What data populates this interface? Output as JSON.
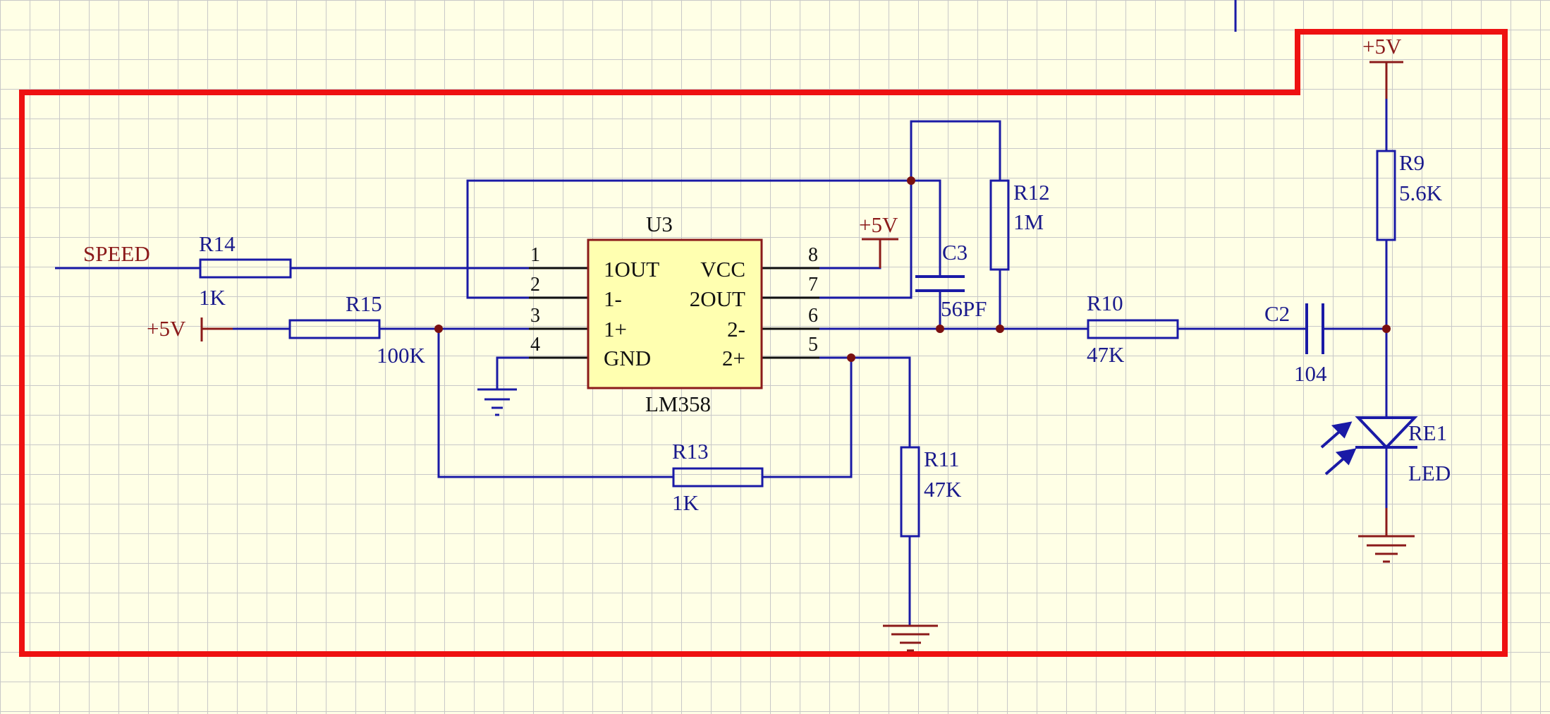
{
  "colors": {
    "background": "#ffffe6",
    "grid": "#c8c8c8",
    "wire": "#1a1aa6",
    "power": "#8b1a1a",
    "junction": "#7a1010",
    "board_outline": "#ee1111",
    "chip_fill": "#ffffb0"
  },
  "icons": [
    "ground-symbol-icon",
    "power-port-icon",
    "led-arrow-icon",
    "capacitor-icon",
    "resistor-icon"
  ],
  "net_labels": {
    "speed": "SPEED",
    "vcc_r15": "+5V",
    "vcc_u3": "+5V",
    "vcc_r9": "+5V"
  },
  "u3": {
    "designator": "U3",
    "part": "LM358",
    "left_pins": [
      {
        "num": "1",
        "name": "1OUT"
      },
      {
        "num": "2",
        "name": "1-"
      },
      {
        "num": "3",
        "name": "1+"
      },
      {
        "num": "4",
        "name": "GND"
      }
    ],
    "right_pins": [
      {
        "num": "8",
        "name": "VCC"
      },
      {
        "num": "7",
        "name": "2OUT"
      },
      {
        "num": "6",
        "name": "2-"
      },
      {
        "num": "5",
        "name": "2+"
      }
    ]
  },
  "components": {
    "r14": {
      "ref": "R14",
      "value": "1K"
    },
    "r15": {
      "ref": "R15",
      "value": "100K"
    },
    "r13": {
      "ref": "R13",
      "value": "1K"
    },
    "r11": {
      "ref": "R11",
      "value": "47K"
    },
    "r12": {
      "ref": "R12",
      "value": "1M"
    },
    "c3": {
      "ref": "C3",
      "value": "56PF"
    },
    "r10": {
      "ref": "R10",
      "value": "47K"
    },
    "c2": {
      "ref": "C2",
      "value": "104"
    },
    "r9": {
      "ref": "R9",
      "value": "5.6K"
    },
    "re1": {
      "ref": "RE1",
      "value": "LED"
    }
  }
}
